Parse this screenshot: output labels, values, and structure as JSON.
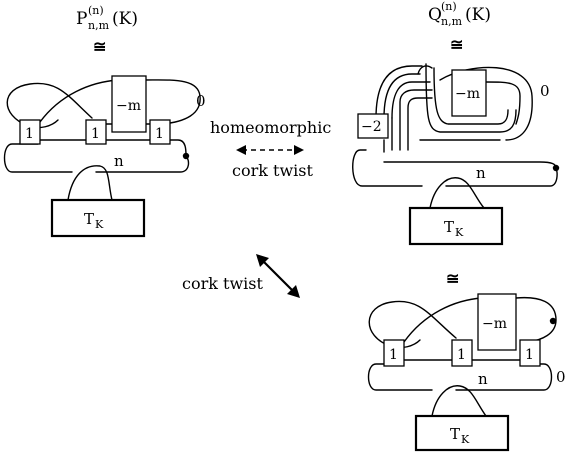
{
  "diagram": {
    "left_title": {
      "main": "P",
      "sub": "n,m",
      "sup": "(n)",
      "tail": "(K)"
    },
    "right_title": {
      "main": "Q",
      "sub": "n,m",
      "sup": "(n)",
      "tail": "(K)"
    },
    "congruence_symbol": "≅",
    "arrow_top_label_1": "homeomorphic",
    "arrow_top_label_2": "cork twist",
    "arrow_diag_label": "cork twist",
    "left_link": {
      "box_labels": [
        "1",
        "1",
        "1"
      ],
      "twist_box": "−m",
      "framing": "0",
      "loop_label": "n",
      "tangle": {
        "main": "T",
        "sub": "K"
      }
    },
    "right_top_link": {
      "twist_box_left": "−2",
      "twist_box": "−m",
      "framing": "0",
      "loop_label": "n",
      "tangle": {
        "main": "T",
        "sub": "K"
      }
    },
    "right_bottom_link": {
      "box_labels": [
        "1",
        "1",
        "1"
      ],
      "twist_box": "−m",
      "framing": "0",
      "loop_label": "n",
      "tangle": {
        "main": "T",
        "sub": "K"
      }
    }
  }
}
